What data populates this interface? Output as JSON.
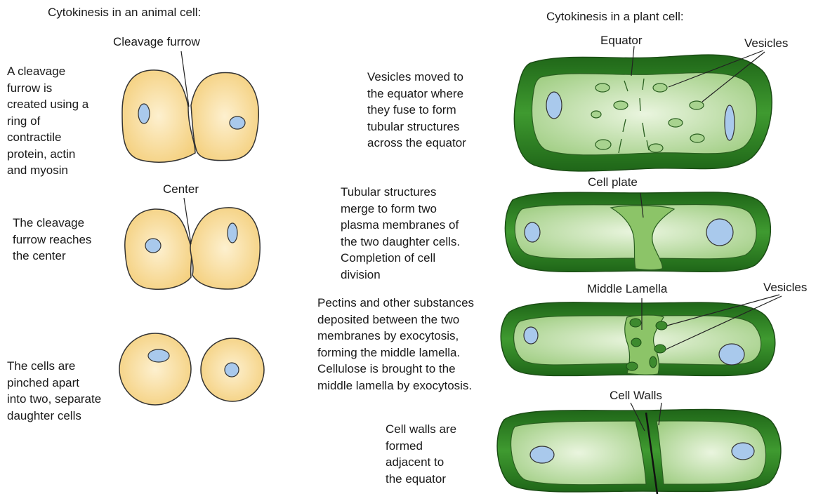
{
  "animal": {
    "title": "Cytokinesis in an animal cell:",
    "stage1": {
      "desc": "A cleavage\nfurrow is\ncreated using a\nring of\ncontractile\nprotein, actin\nand myosin",
      "label": "Cleavage furrow"
    },
    "stage2": {
      "desc": "The cleavage\nfurrow reaches\nthe center",
      "label": "Center"
    },
    "stage3": {
      "desc": "The cells are\npinched apart\ninto two, separate\ndaughter cells"
    }
  },
  "plant": {
    "title": "Cytokinesis in a plant cell:",
    "stage1": {
      "desc": "Vesicles moved to\nthe equator where\nthey fuse to form\ntubular structures\nacross the equator",
      "label_equator": "Equator",
      "label_vesicles": "Vesicles"
    },
    "stage2": {
      "desc": "Tubular structures\nmerge to form two\nplasma membranes of\nthe two daughter cells.\nCompletion of cell\ndivision",
      "label": "Cell plate"
    },
    "stage3": {
      "desc": "Pectins and other substances\ndeposited between the two\nmembranes by exocytosis,\nforming the middle lamella.\nCellulose is brought to the\nmiddle lamella by exocytosis.",
      "label_lamella": "Middle Lamella",
      "label_vesicles": "Vesicles"
    },
    "stage4": {
      "desc": "Cell walls are\nformed\nadjacent to\nthe equator",
      "label": "Cell Walls"
    }
  },
  "colors": {
    "animal_fill": "#f7d58a",
    "animal_center": "#fdf0cf",
    "nucleus": "#a9c9ec",
    "wall_dark": "#2f7a25",
    "cytoplasm": "#c9e5b0",
    "vesicle": "#a8d38f"
  }
}
